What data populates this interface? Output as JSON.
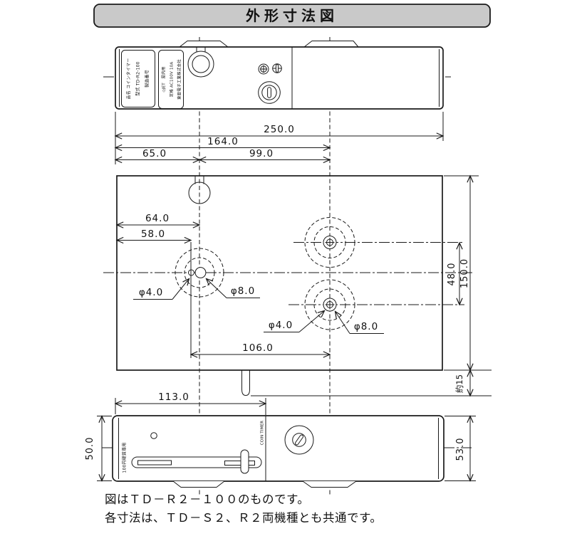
{
  "title": "外形寸法図",
  "top_view": {
    "nameplate": {
      "row1": "品名 コインタイマー",
      "row2": "型式 TD-R2-100",
      "row3": "製造番号"
    },
    "rating_label": {
      "row1": "◇JET　屋内用",
      "row2": "定格 AC100V 10A",
      "row3": "東亜電子工業株式会社"
    }
  },
  "plan_view": {
    "dim_total_width": "250.0",
    "dim_164": "164.0",
    "dim_65": "65.0",
    "dim_99": "99.0",
    "dim_64": "64.0",
    "dim_58": "58.0",
    "dim_106": "106.0",
    "dim_150": "150.0",
    "dim_48": "48.0",
    "dim_approx15": "約15",
    "hole_left_small": "φ4.0",
    "hole_left_large": "φ8.0",
    "hole_right_small": "φ4.0",
    "hole_right_large": "φ8.0"
  },
  "front_view": {
    "dim_113": "113.0",
    "dim_50": "50.0",
    "dim_53": "53.0",
    "coin_label": "100円硬貨専用",
    "brand": "COIN TIMER"
  },
  "notes": {
    "line1": "図はＴＤ－Ｒ２－１００のものです。",
    "line2": "各寸法は、ＴＤ－Ｓ２、Ｒ２両機種とも共通です。"
  }
}
